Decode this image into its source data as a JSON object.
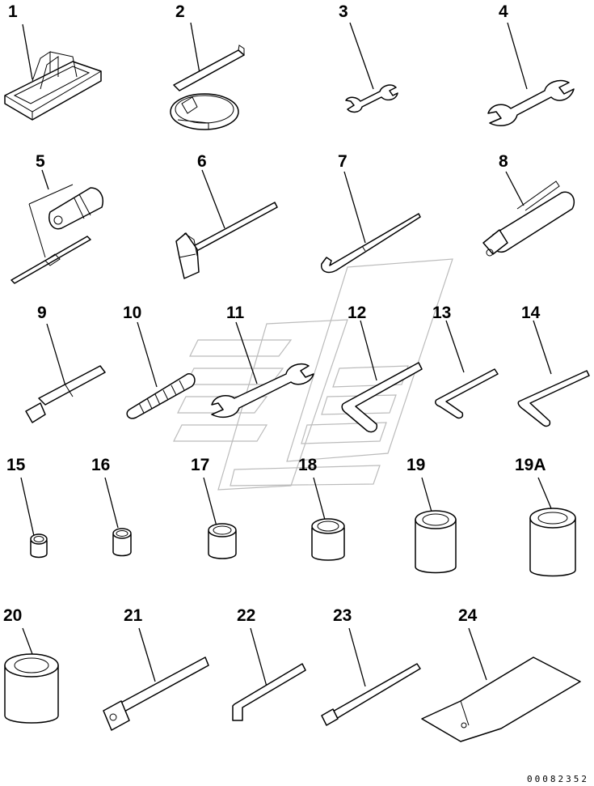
{
  "drawing_code": "00082352",
  "parts": [
    {
      "key": "p1",
      "label": "1"
    },
    {
      "key": "p2",
      "label": "2"
    },
    {
      "key": "p3",
      "label": "3"
    },
    {
      "key": "p4",
      "label": "4"
    },
    {
      "key": "p5",
      "label": "5"
    },
    {
      "key": "p6",
      "label": "6"
    },
    {
      "key": "p7",
      "label": "7"
    },
    {
      "key": "p8",
      "label": "8"
    },
    {
      "key": "p9",
      "label": "9"
    },
    {
      "key": "p10",
      "label": "10"
    },
    {
      "key": "p11",
      "label": "11"
    },
    {
      "key": "p12",
      "label": "12"
    },
    {
      "key": "p13",
      "label": "13"
    },
    {
      "key": "p14",
      "label": "14"
    },
    {
      "key": "p15",
      "label": "15"
    },
    {
      "key": "p16",
      "label": "16"
    },
    {
      "key": "p17",
      "label": "17"
    },
    {
      "key": "p18",
      "label": "18"
    },
    {
      "key": "p19",
      "label": "19"
    },
    {
      "key": "p19a",
      "label": "19A"
    },
    {
      "key": "p20",
      "label": "20"
    },
    {
      "key": "p21",
      "label": "21"
    },
    {
      "key": "p22",
      "label": "22"
    },
    {
      "key": "p23",
      "label": "23"
    },
    {
      "key": "p24",
      "label": "24"
    }
  ]
}
